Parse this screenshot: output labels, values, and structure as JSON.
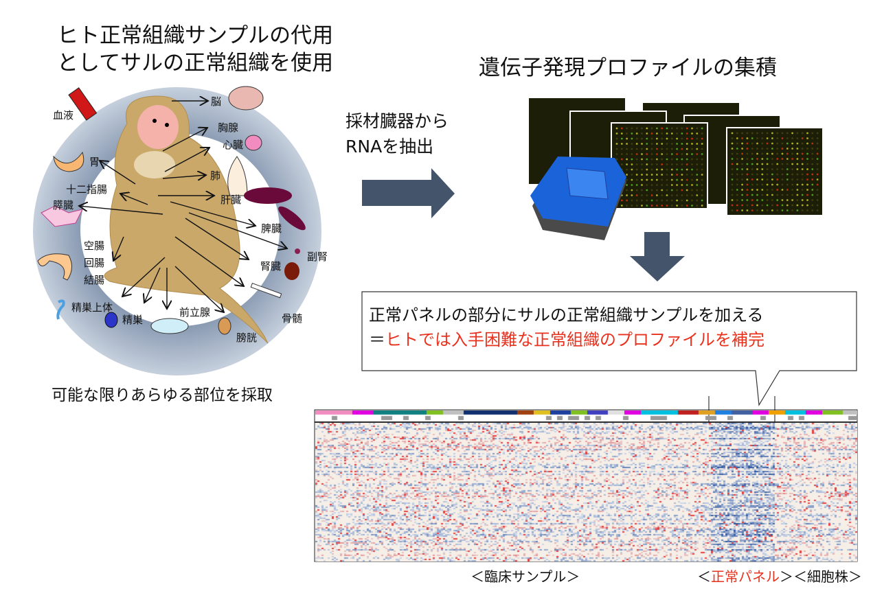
{
  "left_title": [
    "ヒト正常組織サンプルの代用",
    "としてサルの正常組織を使用"
  ],
  "organs": {
    "blood": "血液",
    "brain": "脳",
    "thymus": "胸腺",
    "heart": "心臓",
    "stomach": "胃",
    "lung": "肺",
    "duodenum": "十二指腸",
    "pancreas": "膵臓",
    "liver": "肝臓",
    "spleen": "脾臓",
    "adrenal": "副腎",
    "jejunum": "空腸",
    "ileum": "回腸",
    "colon": "結腸",
    "kidney": "腎臓",
    "epididymis": "精巣上体",
    "testis": "精巣",
    "prostate": "前立腺",
    "bone_marrow": "骨髄",
    "bladder": "膀胱"
  },
  "left_caption": "可能な限りあらゆる部位を採取",
  "step_label": [
    "採材臓器から",
    "RNAを抽出"
  ],
  "right_title": "遺伝子発現プロファイルの集積",
  "callout": {
    "line1": "正常パネルの部分にサルの正常組織サンプルを加える",
    "line2_prefix": "＝",
    "line2_highlight": "ヒトでは入手困難な正常組織のプロファイルを補完"
  },
  "heatmap_labels": {
    "clinical": "＜臨床サンプル＞",
    "normal_open": "＜",
    "normal": "正常パネル",
    "normal_close": "＞",
    "cell_lines": "＜細胞株＞"
  },
  "colors": {
    "accent_red": "#e8321e",
    "arrow": "#44546a",
    "ring": "#8ea0b8"
  }
}
